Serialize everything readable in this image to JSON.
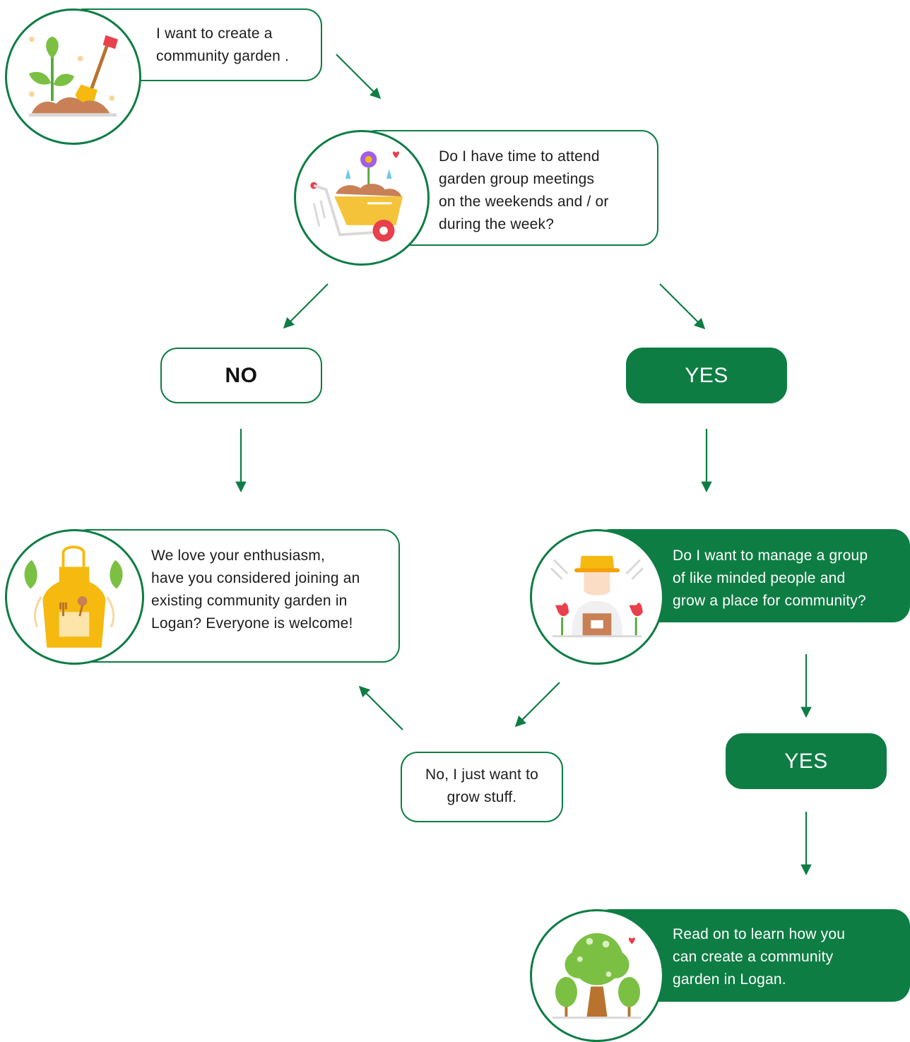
{
  "colors": {
    "brand_green": "#0e7d44",
    "text": "#1d1d1d",
    "white": "#ffffff"
  },
  "nodes": {
    "start": {
      "text_lines": [
        "I want to create a",
        "community garden ."
      ],
      "icon": "plant-and-shovel-icon"
    },
    "time_question": {
      "text_lines": [
        "Do I have time to attend",
        "garden group meetings",
        "on the weekends and / or",
        "during the week?"
      ],
      "icon": "wheelbarrow-flowers-icon"
    },
    "no_answer": {
      "label": "NO"
    },
    "yes_answer_1": {
      "label": "YES"
    },
    "join_existing": {
      "text_lines": [
        "We love your enthusiasm,",
        "have you considered joining an",
        "existing community garden in",
        "Logan? Everyone is welcome!"
      ],
      "icon": "apron-icon"
    },
    "manage_question": {
      "text_lines": [
        "Do I want to manage a group",
        "of like minded people and",
        "grow a place for community?"
      ],
      "icon": "gardener-icon"
    },
    "just_grow": {
      "text_lines": [
        "No, I just want to",
        "grow stuff."
      ]
    },
    "yes_answer_2": {
      "label": "YES"
    },
    "read_on": {
      "text_lines": [
        "Read on to learn how you",
        "can create a community",
        "garden in Logan."
      ],
      "icon": "tree-icon"
    }
  }
}
